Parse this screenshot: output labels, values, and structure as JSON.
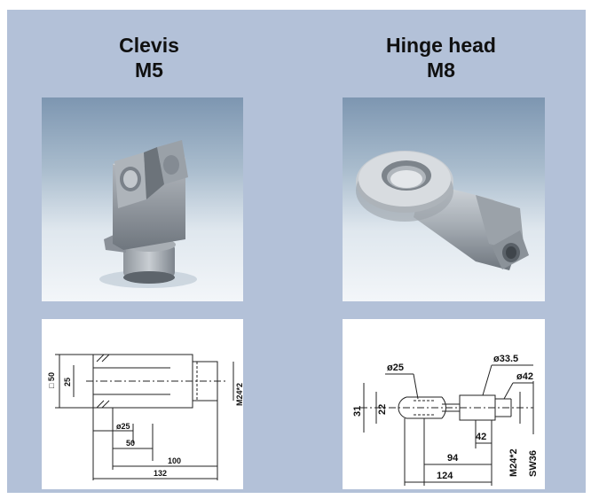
{
  "products": [
    {
      "title": "Clevis",
      "size": "M5",
      "photo_icon": "clevis-3d-render",
      "drawing": {
        "labels": [
          "□ 50",
          "25",
          "ø25",
          "50",
          "100",
          "132",
          "M24*2"
        ]
      }
    },
    {
      "title": "Hinge head",
      "size": "M8",
      "photo_icon": "hinge-head-3d-render",
      "drawing": {
        "labels": [
          "ø33.5",
          "ø25",
          "ø42",
          "31",
          "22",
          "42",
          "94",
          "124",
          "M24*2",
          "SW36"
        ]
      }
    }
  ]
}
